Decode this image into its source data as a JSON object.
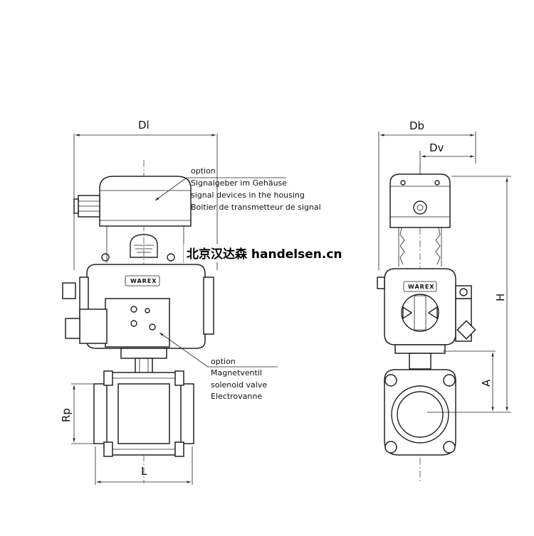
{
  "dimensions": {
    "Dl": "Dl",
    "Db": "Db",
    "Dv": "Dv",
    "H": "H",
    "A": "A",
    "L": "L",
    "Rp": "Rp"
  },
  "callouts": {
    "signal_devices": [
      "option",
      "Signalgeber im Gehäuse",
      "signal devices in the housing",
      "Boitier de transmetteur de signal"
    ],
    "solenoid_valve": [
      "option",
      "Magnetventil",
      "solenoid valve",
      "Electrovanne"
    ]
  },
  "brand_plate": "WAREX",
  "watermark": "北京汉达森 handelsen.cn"
}
